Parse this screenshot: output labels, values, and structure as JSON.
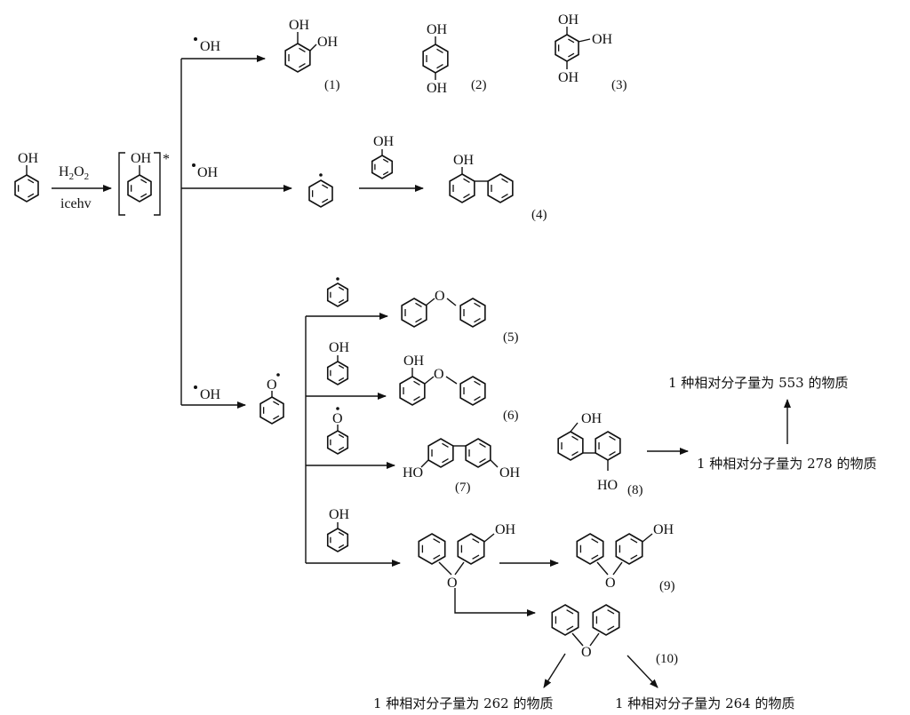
{
  "reagents": {
    "oxidant": "H",
    "oxidant_sub": "2",
    "oxidant_mid": "O",
    "oxidant_sub2": "2",
    "conditions": "icehv"
  },
  "groups": {
    "oh": "OH",
    "ho": "HO",
    "o": "O",
    "radical_oh": "OH",
    "excited_mark": "*"
  },
  "labels": {
    "p1": "(1)",
    "p2": "(2)",
    "p3": "(3)",
    "p4": "(4)",
    "p5": "(5)",
    "p6": "(6)",
    "p7": "(7)",
    "p8": "(8)",
    "p9": "(9)",
    "p10": "(10)"
  },
  "texts": {
    "mw553": "1 种相对分子量为 553 的物质",
    "mw278": "1 种相对分子量为 278 的物质",
    "mw262": "1 种相对分子量为 262 的物质",
    "mw264": "1 种相对分子量为 264 的物质"
  }
}
